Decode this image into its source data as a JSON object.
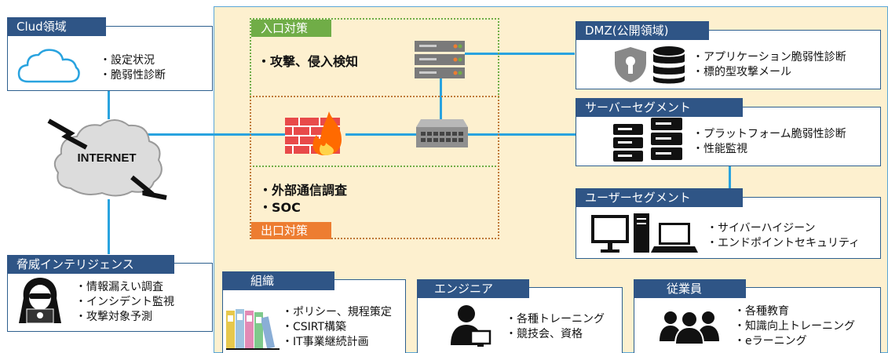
{
  "cloud_box": {
    "title": "Clud領域",
    "items": [
      "・設定状況",
      "・脆弱性診断"
    ]
  },
  "internet": {
    "label": "INTERNET"
  },
  "threat_box": {
    "title": "脅威インテリジェンス",
    "items": [
      "・情報漏えい調査",
      "・インシデント監視",
      "・攻撃対象予測"
    ]
  },
  "entrance": {
    "title": "入口対策",
    "items": [
      "・攻撃、侵入検知"
    ]
  },
  "exit": {
    "title": "出口対策",
    "items": [
      "・外部通信調査",
      "・SOC"
    ]
  },
  "dmz_box": {
    "title": "DMZ(公開領域)",
    "items": [
      "・アプリケーション脆弱性診断",
      "・標的型攻撃メール"
    ]
  },
  "server_box": {
    "title": "サーバーセグメント",
    "items": [
      "・プラットフォーム脆弱性診断",
      "・性能監視"
    ]
  },
  "user_box": {
    "title": "ユーザーセグメント",
    "items": [
      "・サイバーハイジーン",
      "・エンドポイントセキュリティ"
    ]
  },
  "org_box": {
    "title": "組織",
    "items": [
      "・ポリシー、規程策定",
      "・CSIRT構築",
      "・IT事業継続計画"
    ]
  },
  "engineer_box": {
    "title": "エンジニア",
    "items": [
      "・各種トレーニング",
      "・競技会、資格"
    ]
  },
  "staff_box": {
    "title": "従業員",
    "items": [
      "・各種教育",
      "・知識向上トレーニング",
      "・eラーニング"
    ]
  },
  "colors": {
    "navy": "#2f5586",
    "green": "#70ad47",
    "orange": "#ed7d31",
    "line": "#29a3df",
    "panel": "#fdf0cf"
  }
}
